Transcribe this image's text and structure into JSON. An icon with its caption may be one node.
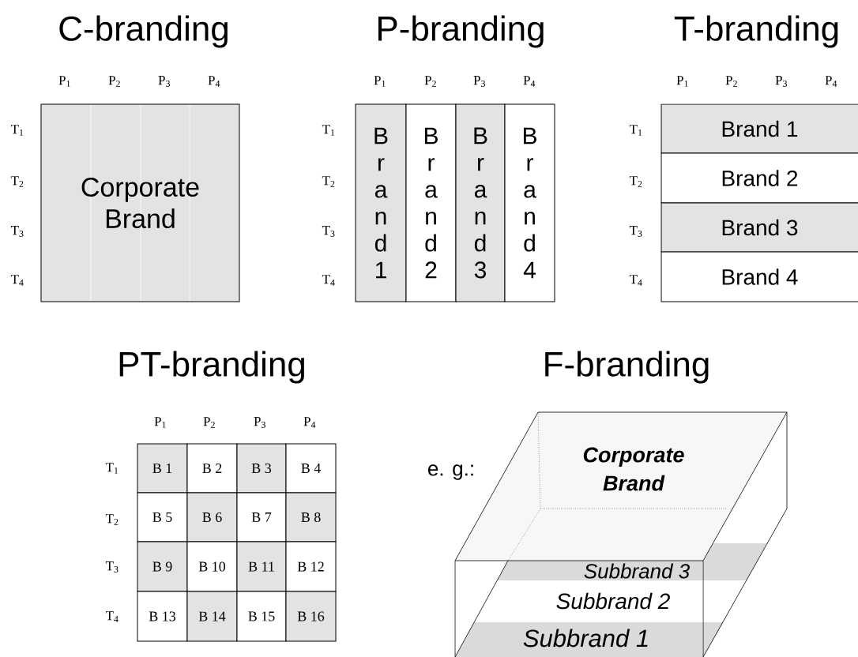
{
  "diagram": {
    "nodes": [
      {
        "text": [
          "Corporate Brand"
        ]
      },
      {
        "text": [
          "Brand 1"
        ]
      },
      {
        "text": [
          "Brand 2"
        ]
      },
      {
        "text": [
          "Brand 3"
        ]
      },
      {
        "text": [
          "Brand 4"
        ]
      },
      {
        "text": [
          "Brand 1"
        ]
      },
      {
        "text": [
          "Brand 2"
        ]
      },
      {
        "text": [
          "Brand 3"
        ]
      },
      {
        "text": [
          "Brand 4"
        ]
      },
      {
        "text": [
          "B 1"
        ]
      },
      {
        "text": [
          "B 2"
        ]
      },
      {
        "text": [
          "B 3"
        ]
      },
      {
        "text": [
          "B 4"
        ]
      },
      {
        "text": [
          "B 5"
        ]
      },
      {
        "text": [
          "B 6"
        ]
      },
      {
        "text": [
          "B 7"
        ]
      },
      {
        "text": [
          "B 8"
        ]
      },
      {
        "text": [
          "B 9"
        ]
      },
      {
        "text": [
          "B 10"
        ]
      },
      {
        "text": [
          "B 11"
        ]
      },
      {
        "text": [
          "B 12"
        ]
      },
      {
        "text": [
          "B 13"
        ]
      },
      {
        "text": [
          "B 14"
        ]
      },
      {
        "text": [
          "B 15"
        ]
      },
      {
        "text": [
          "B 16"
        ]
      },
      {
        "text": [
          "Corporate Brand"
        ]
      },
      {
        "text": [
          "Subbrand 3"
        ]
      },
      {
        "text": [
          "Subbrand 2"
        ]
      },
      {
        "text": [
          "Subbrand 1"
        ]
      }
    ],
    "labels": [
      "C-branding",
      "P$_{1}$",
      "P$_{2}$",
      "P$_{3}$",
      "P$_{4}$",
      "T$_{1}$",
      "T$_{2}$",
      "T$_{3}$",
      "T$_{4}$",
      "P-branding",
      "P$_{1}$",
      "P$_{2}$",
      "P$_{3}$",
      "P$_{4}$",
      "T$_{1}$",
      "T$_{2}$",
      "T$_{3}$",
      "T$_{4}$",
      "T-branding",
      "P$_{1}$",
      "P$_{2}$",
      "P$_{3}$",
      "P$_{4}$",
      "T$_{1}$",
      "T$_{2}$",
      "T$_{3}$",
      "T$_{4}$",
      "PT-branding",
      "P$_{1}$",
      "P$_{2}$",
      "P$_{3}$",
      "P$_{4}$",
      "T$_{1}$",
      "T$_{2}$",
      "T$_{3}$",
      "T$_{4}$",
      "F-branding",
      "e. g.:"
    ]
  }
}
